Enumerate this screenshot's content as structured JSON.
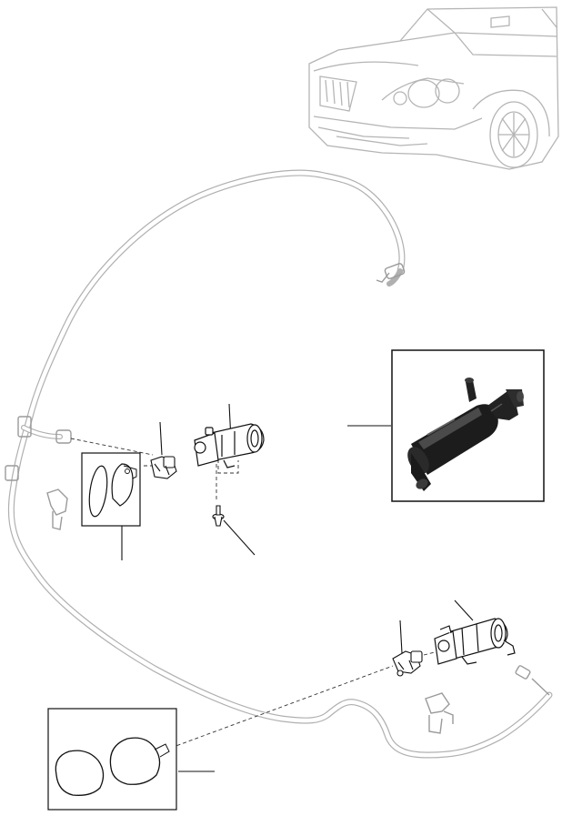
{
  "diagram": {
    "parts": [
      {
        "id": "vehicle",
        "icon": "car-outline-icon"
      },
      {
        "id": "washer-hose",
        "icon": "hose-line-icon"
      },
      {
        "id": "left-washer-pump",
        "icon": "pump-icon"
      },
      {
        "id": "left-connector",
        "icon": "connector-icon"
      },
      {
        "id": "left-screw",
        "icon": "screw-icon"
      },
      {
        "id": "left-nozzle-cover-inset",
        "icon": "cover-icon"
      },
      {
        "id": "washer-pump-photo-inset",
        "icon": "pump-photo-icon"
      },
      {
        "id": "right-washer-pump",
        "icon": "pump-icon"
      },
      {
        "id": "right-connector",
        "icon": "connector-icon"
      },
      {
        "id": "right-nozzle-cover-inset",
        "icon": "cover-icon"
      },
      {
        "id": "hose-clips",
        "icon": "clip-icon"
      }
    ],
    "colors": {
      "line": "#111111",
      "ghost": "#b8b8b8",
      "photo_body": "#1c1c1c",
      "photo_highlight": "#4a4a4a"
    }
  }
}
